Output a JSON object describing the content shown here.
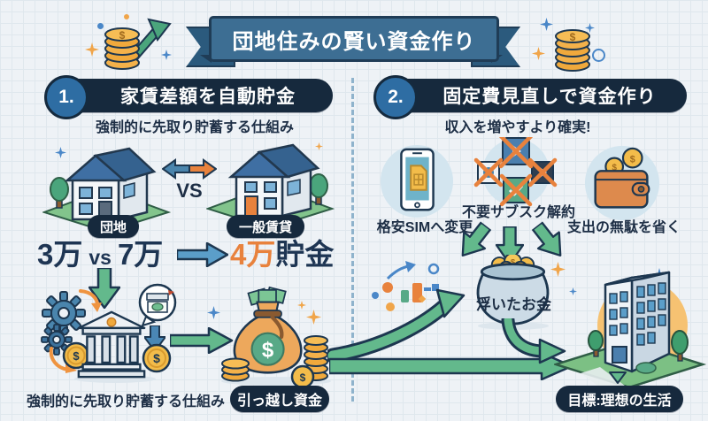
{
  "currency": "$",
  "banner": {
    "title": "団地住みの賢い資金作り"
  },
  "section1": {
    "number": "1.",
    "heading": "家賃差額を自動貯金",
    "subtitle": "強制的に先取り貯蓄する仕組み",
    "house_left_label": "団地",
    "house_right_label": "一般賃貸",
    "vs_label": "VS",
    "rent_left": "3万",
    "rent_vs": "vs",
    "rent_right": "7万",
    "saving_amount": "4万",
    "saving_word": "貯金",
    "mechanism_caption": "強制的に先取り貯蓄する仕組み",
    "result_badge": "引っ越し資金"
  },
  "section2": {
    "number": "2.",
    "heading": "固定費見直しで資金作り",
    "subtitle": "収入を増やすより確実!",
    "items": [
      {
        "label": "格安SIMへ変更"
      },
      {
        "label": "不要サブスク解約"
      },
      {
        "label": "支出の無駄を省く"
      }
    ],
    "pot_label": "浮いたお金",
    "goal_badge": "目標:理想の生活"
  },
  "colors": {
    "accent_green": "#63b98c",
    "accent_orange": "#e8823d",
    "accent_blue": "#4a87b5",
    "navy": "#1d2e45",
    "ribbon_blue": "#3d6e93"
  }
}
